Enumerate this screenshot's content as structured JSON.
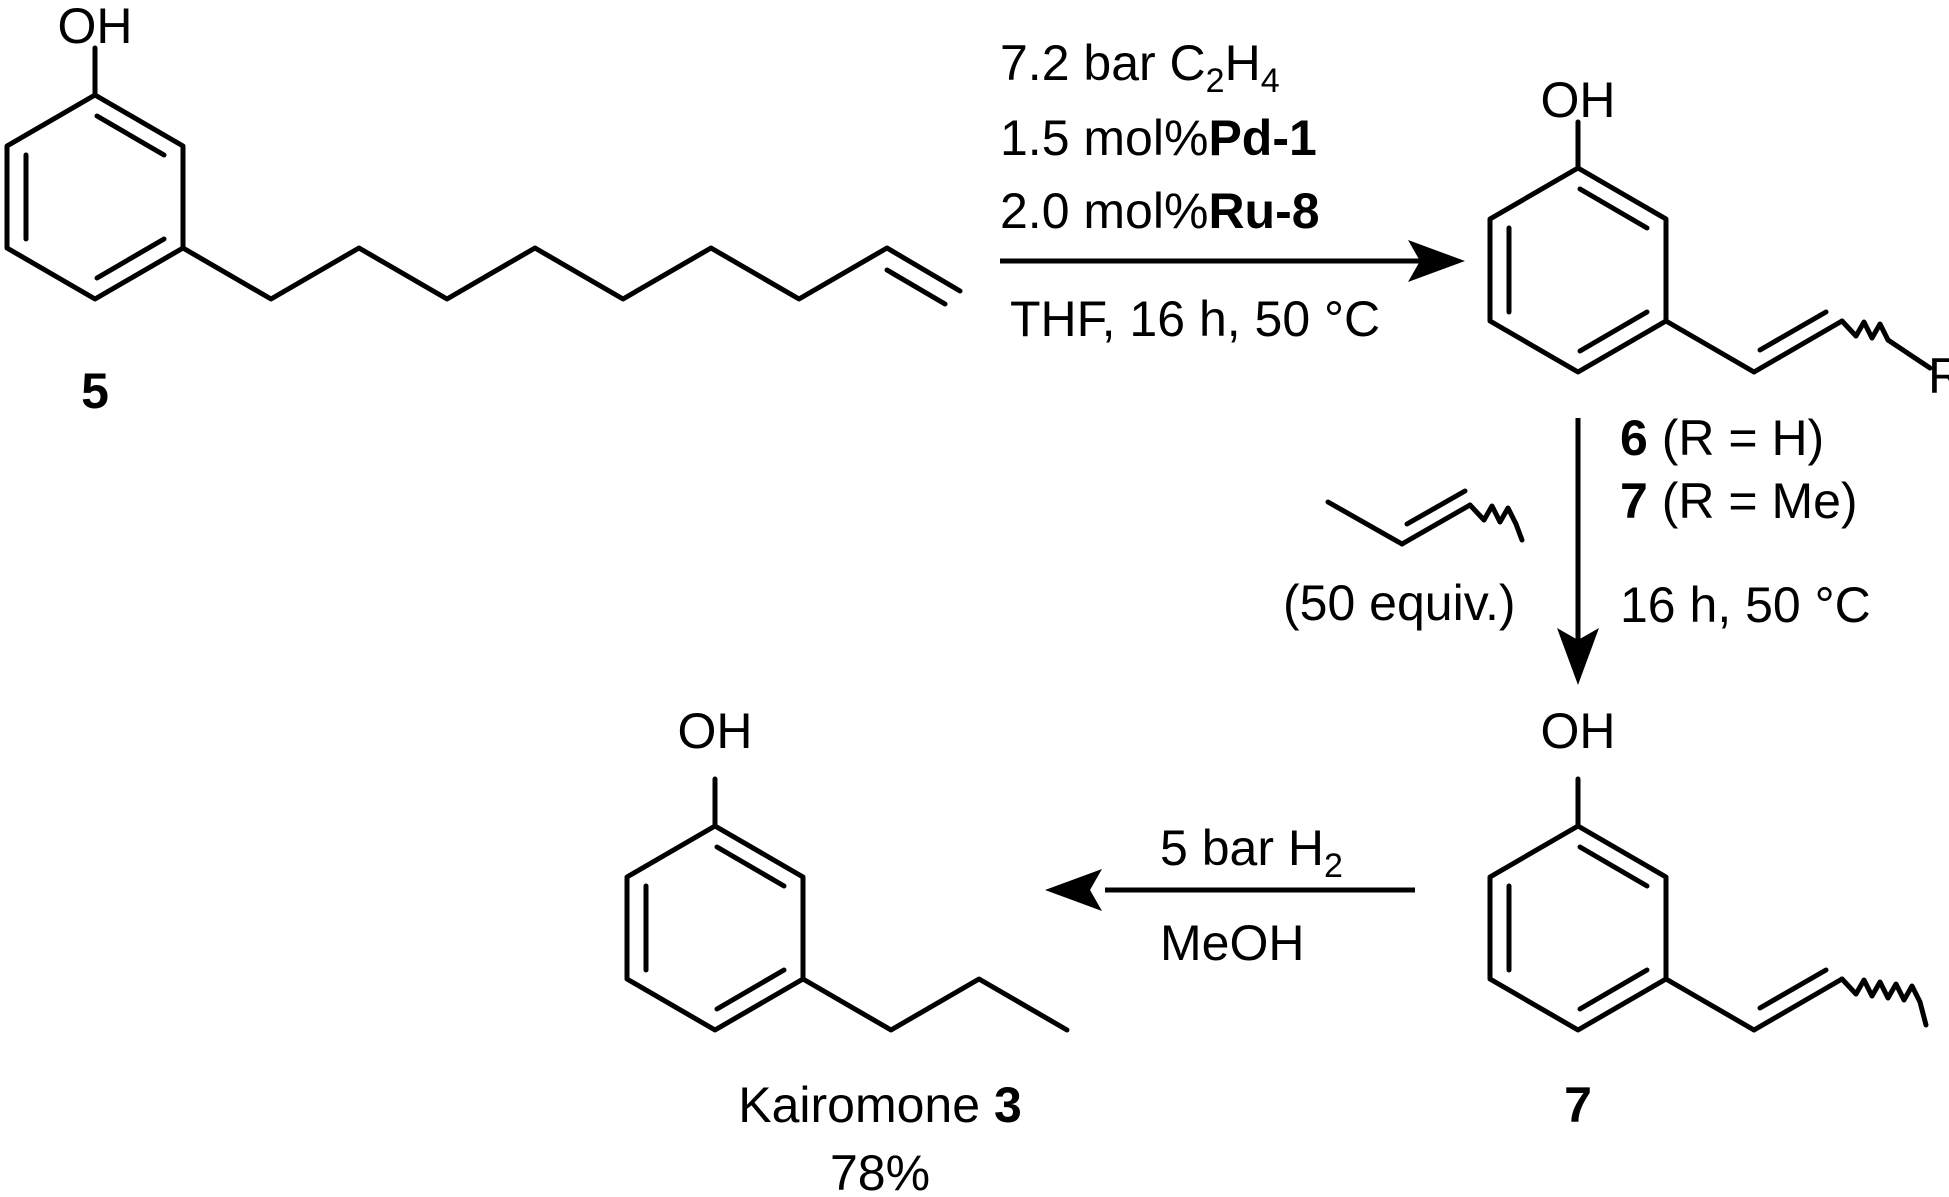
{
  "compound_5": {
    "oh": "OH",
    "number": "5"
  },
  "step1": {
    "line1_prefix": "7.2 bar C",
    "line1_sub1": "2",
    "line1_mid": "H",
    "line1_sub2": "4",
    "line2_prefix": "1.5 mol%",
    "line2_bold": "Pd-1",
    "line3_prefix": "2.0 mol%",
    "line3_bold": "Ru-8",
    "line4": "THF, 16 h, 50 °C"
  },
  "compound_6_7": {
    "oh": "OH",
    "r": "R",
    "label1_num": "6",
    "label1_rest": " (R = H)",
    "label2_num": "7",
    "label2_rest": " (R = Me)"
  },
  "step2": {
    "reagent_equiv": "(50 equiv.)",
    "conditions": "16 h, 50 °C"
  },
  "compound_7": {
    "oh": "OH",
    "number": "7"
  },
  "step3": {
    "line1_prefix": "5 bar H",
    "line1_sub": "2",
    "line2": "MeOH"
  },
  "kairomone": {
    "oh": "OH",
    "name": "Kairomone ",
    "number": "3",
    "yield": "78%"
  }
}
